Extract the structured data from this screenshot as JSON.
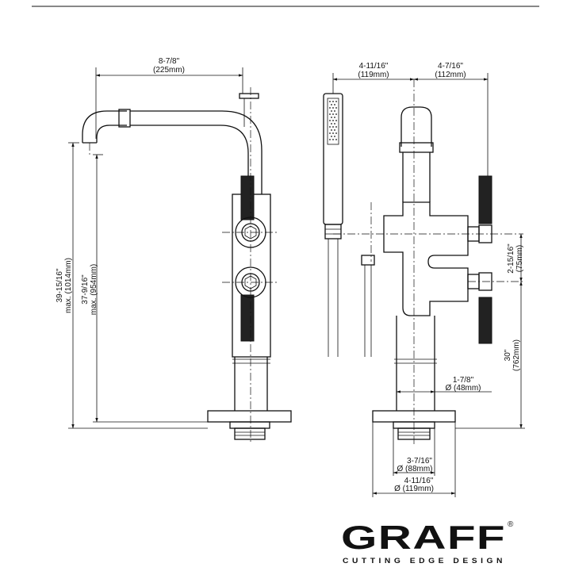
{
  "dimensions": {
    "overall_width": {
      "imperial": "8-7/8\"",
      "metric": "(225mm)"
    },
    "left_offset": {
      "imperial": "4-11/16\"",
      "metric": "(119mm)"
    },
    "right_offset": {
      "imperial": "4-7/16\"",
      "metric": "(112mm)"
    },
    "total_height": {
      "imperial": "39-15/16\"",
      "metric": "max. (1014mm)",
      "prefix": "max."
    },
    "spout_height": {
      "imperial": "37-9/16\"",
      "metric": "max. (954mm)",
      "prefix": "max."
    },
    "handle_spacing": {
      "imperial": "2-15/16\"",
      "metric": "(75mm)"
    },
    "valve_height": {
      "imperial": "30\"",
      "metric": "(762mm)"
    },
    "column_diameter": {
      "imperial": "1-7/8\"",
      "metric": "Ø (48mm)"
    },
    "base_inner_diameter": {
      "imperial": "3-7/16\"",
      "metric": "Ø (88mm)"
    },
    "base_outer_diameter": {
      "imperial": "4-11/16\"",
      "metric": "Ø (119mm)"
    }
  },
  "brand": {
    "name": "GRAFF",
    "registered": "®",
    "tagline": "CUTTING EDGE DESIGN"
  }
}
